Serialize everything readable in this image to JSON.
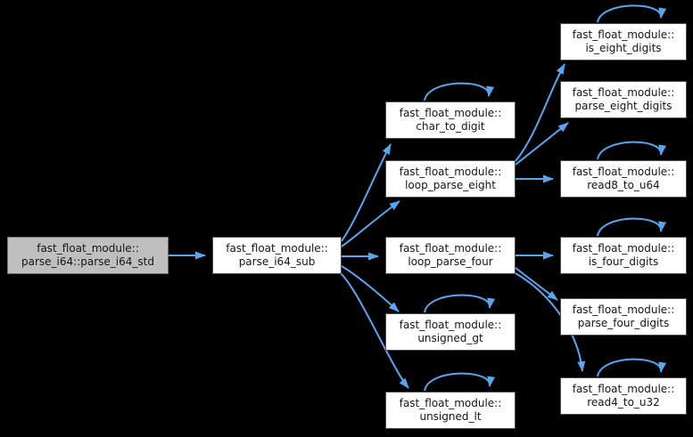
{
  "diagram": {
    "type": "call-graph",
    "background_color": "#000000",
    "edge_color": "#58a6f2",
    "node_fill": "#ffffff",
    "node_border": "#4a4a4a",
    "highlight_fill": "#bfbfbf",
    "nodes": {
      "parse_i64_std": {
        "line1": "fast_float_module::",
        "line2": "parse_i64::parse_i64_std",
        "highlighted": true
      },
      "parse_i64_sub": {
        "line1": "fast_float_module::",
        "line2": "parse_i64_sub"
      },
      "char_to_digit": {
        "line1": "fast_float_module::",
        "line2": "char_to_digit"
      },
      "loop_parse_eight": {
        "line1": "fast_float_module::",
        "line2": "loop_parse_eight"
      },
      "loop_parse_four": {
        "line1": "fast_float_module::",
        "line2": "loop_parse_four"
      },
      "unsigned_gt": {
        "line1": "fast_float_module::",
        "line2": "unsigned_gt"
      },
      "unsigned_lt": {
        "line1": "fast_float_module::",
        "line2": "unsigned_lt"
      },
      "is_eight_digits": {
        "line1": "fast_float_module::",
        "line2": "is_eight_digits"
      },
      "parse_eight_digits": {
        "line1": "fast_float_module::",
        "line2": "parse_eight_digits"
      },
      "read8_to_u64": {
        "line1": "fast_float_module::",
        "line2": "read8_to_u64"
      },
      "is_four_digits": {
        "line1": "fast_float_module::",
        "line2": "is_four_digits"
      },
      "parse_four_digits": {
        "line1": "fast_float_module::",
        "line2": "parse_four_digits"
      },
      "read4_to_u32": {
        "line1": "fast_float_module::",
        "line2": "read4_to_u32"
      }
    },
    "edges": [
      {
        "from": "parse_i64_std",
        "to": "parse_i64_sub"
      },
      {
        "from": "parse_i64_sub",
        "to": "char_to_digit"
      },
      {
        "from": "parse_i64_sub",
        "to": "loop_parse_eight"
      },
      {
        "from": "parse_i64_sub",
        "to": "loop_parse_four"
      },
      {
        "from": "parse_i64_sub",
        "to": "unsigned_gt"
      },
      {
        "from": "parse_i64_sub",
        "to": "unsigned_lt"
      },
      {
        "from": "loop_parse_eight",
        "to": "is_eight_digits"
      },
      {
        "from": "loop_parse_eight",
        "to": "parse_eight_digits"
      },
      {
        "from": "loop_parse_eight",
        "to": "read8_to_u64"
      },
      {
        "from": "loop_parse_four",
        "to": "is_four_digits"
      },
      {
        "from": "loop_parse_four",
        "to": "parse_four_digits"
      },
      {
        "from": "loop_parse_four",
        "to": "read4_to_u32"
      },
      {
        "from": "char_to_digit",
        "to": "char_to_digit"
      },
      {
        "from": "is_eight_digits",
        "to": "is_eight_digits"
      },
      {
        "from": "read8_to_u64",
        "to": "read8_to_u64"
      },
      {
        "from": "is_four_digits",
        "to": "is_four_digits"
      },
      {
        "from": "read4_to_u32",
        "to": "read4_to_u32"
      },
      {
        "from": "unsigned_gt",
        "to": "unsigned_gt"
      },
      {
        "from": "unsigned_lt",
        "to": "unsigned_lt"
      }
    ]
  }
}
